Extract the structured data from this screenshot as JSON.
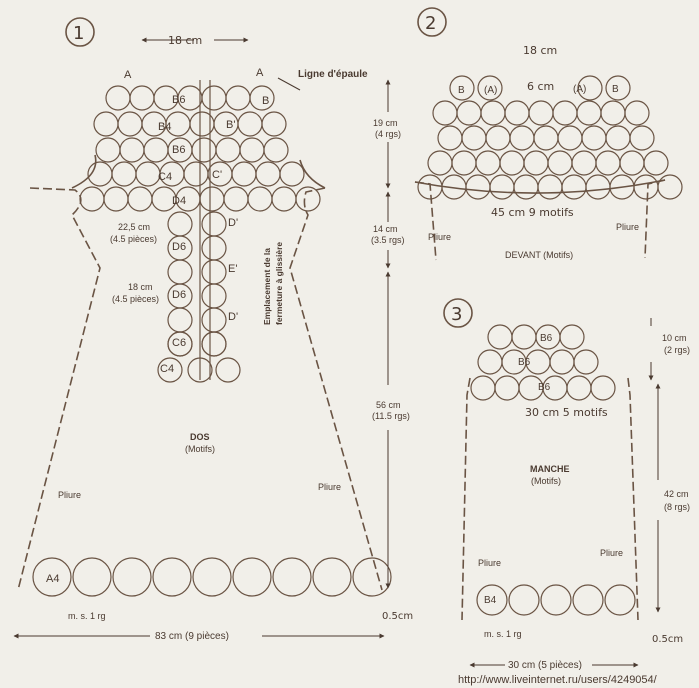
{
  "fig1": {
    "number": "1",
    "top_width": "18 cm",
    "shoulder_line": "Ligne d'épaule",
    "m19": "19 cm",
    "m19_rows": "(4 rgs)",
    "m14": "14 cm",
    "m14_rows": "(3.5 rgs)",
    "m56": "56 cm",
    "m56_rows": "(11.5 rgs)",
    "w225": "22,5 cm",
    "w225_pieces": "(4.5 pièces)",
    "w18": "18 cm",
    "w18_pieces": "(4.5 pièces)",
    "zip_line1": "Emplacement de la",
    "zip_line2": "fermeture à glissière",
    "name": "DOS",
    "sub": "(Motifs)",
    "fold_left": "Pliure",
    "fold_right": "Pliure",
    "edge": "m. s. 1 rg",
    "bottom_width": "83 cm (9 pièces)",
    "edge_size": "0.5cm",
    "motifs": {
      "A_left": "A",
      "A_right": "A",
      "B_right": "B",
      "B6_top": "B6",
      "B4": "B4",
      "Bp": "B'",
      "B6_mid": "B6",
      "C4_up": "C4",
      "Cp": "C'",
      "D4": "D4",
      "Dp1": "D'",
      "D6_1": "D6",
      "Ep": "E'",
      "D6_2": "D6",
      "Dp2": "D'",
      "C6": "C6",
      "C4_low": "C4",
      "A4": "A4"
    }
  },
  "fig2": {
    "number": "2",
    "top_width": "18 cm",
    "center_width": "6 cm",
    "bottom_width": "45 cm 9 motifs",
    "fold_left": "Pliure",
    "fold_right": "Pliure",
    "name": "DEVANT (Motifs)",
    "motifs": {
      "B_left": "B",
      "A_left": "(A)",
      "A_right": "(A)",
      "B_right": "B"
    }
  },
  "fig3": {
    "number": "3",
    "m10": "10 cm",
    "m10_rows": "(2 rgs)",
    "cuff_width": "30 cm 5 motifs",
    "name": "MANCHE",
    "sub": "(Motifs)",
    "m42": "42 cm",
    "m42_rows": "(8 rgs)",
    "fold_left": "Pliure",
    "fold_right": "Pliure",
    "edge": "m. s. 1 rg",
    "edge_size": "0.5cm",
    "bottom_width": "30 cm (5 pièces)",
    "motifs": {
      "B6_top": "B6",
      "B6_mid": "B6",
      "B6_low": "B6",
      "B4": "B4"
    }
  },
  "watermark": "http://www.liveinternet.ru/users/4249054/"
}
